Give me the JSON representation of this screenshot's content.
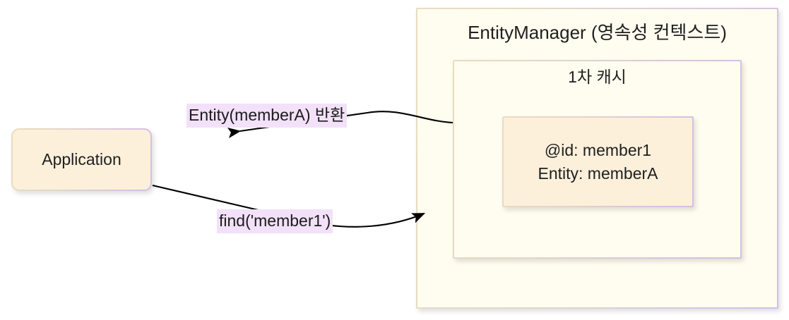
{
  "diagram": {
    "type": "flowchart",
    "direction": "left-to-right",
    "nodes": {
      "application": {
        "label": "Application",
        "shape": "rounded-rectangle",
        "fill": "#fcf0db"
      },
      "entity_manager": {
        "label": "EntityManager (영속성 컨텍스트)",
        "shape": "rectangle",
        "fill": "#fffdf0"
      },
      "first_level_cache": {
        "label": "1차 캐시",
        "shape": "rectangle",
        "fill": "#fffdf0"
      },
      "entity_record": {
        "line1": "@id: member1",
        "line2": "Entity: memberA",
        "shape": "rectangle",
        "fill": "#fcf0db"
      }
    },
    "edges": [
      {
        "id": "edge-return",
        "label": "Entity(memberA) 반환",
        "from": "first_level_cache",
        "to": "application",
        "arrow": "left",
        "label_fill": "#f2e1f8"
      },
      {
        "id": "edge-find",
        "label": "find('member1')",
        "from": "application",
        "to": "entity_manager",
        "arrow": "right",
        "label_fill": "#f2e1f8"
      }
    ],
    "colors": {
      "node_cream_fill": "#fcf0db",
      "container_fill": "#fffdf0",
      "border_start": "#e9dcc0",
      "border_end": "#d6bde8",
      "edge_stroke": "#000000",
      "text": "#1f1f1f",
      "label_background": "#f2e1f8",
      "page_background": "#ffffff"
    }
  }
}
